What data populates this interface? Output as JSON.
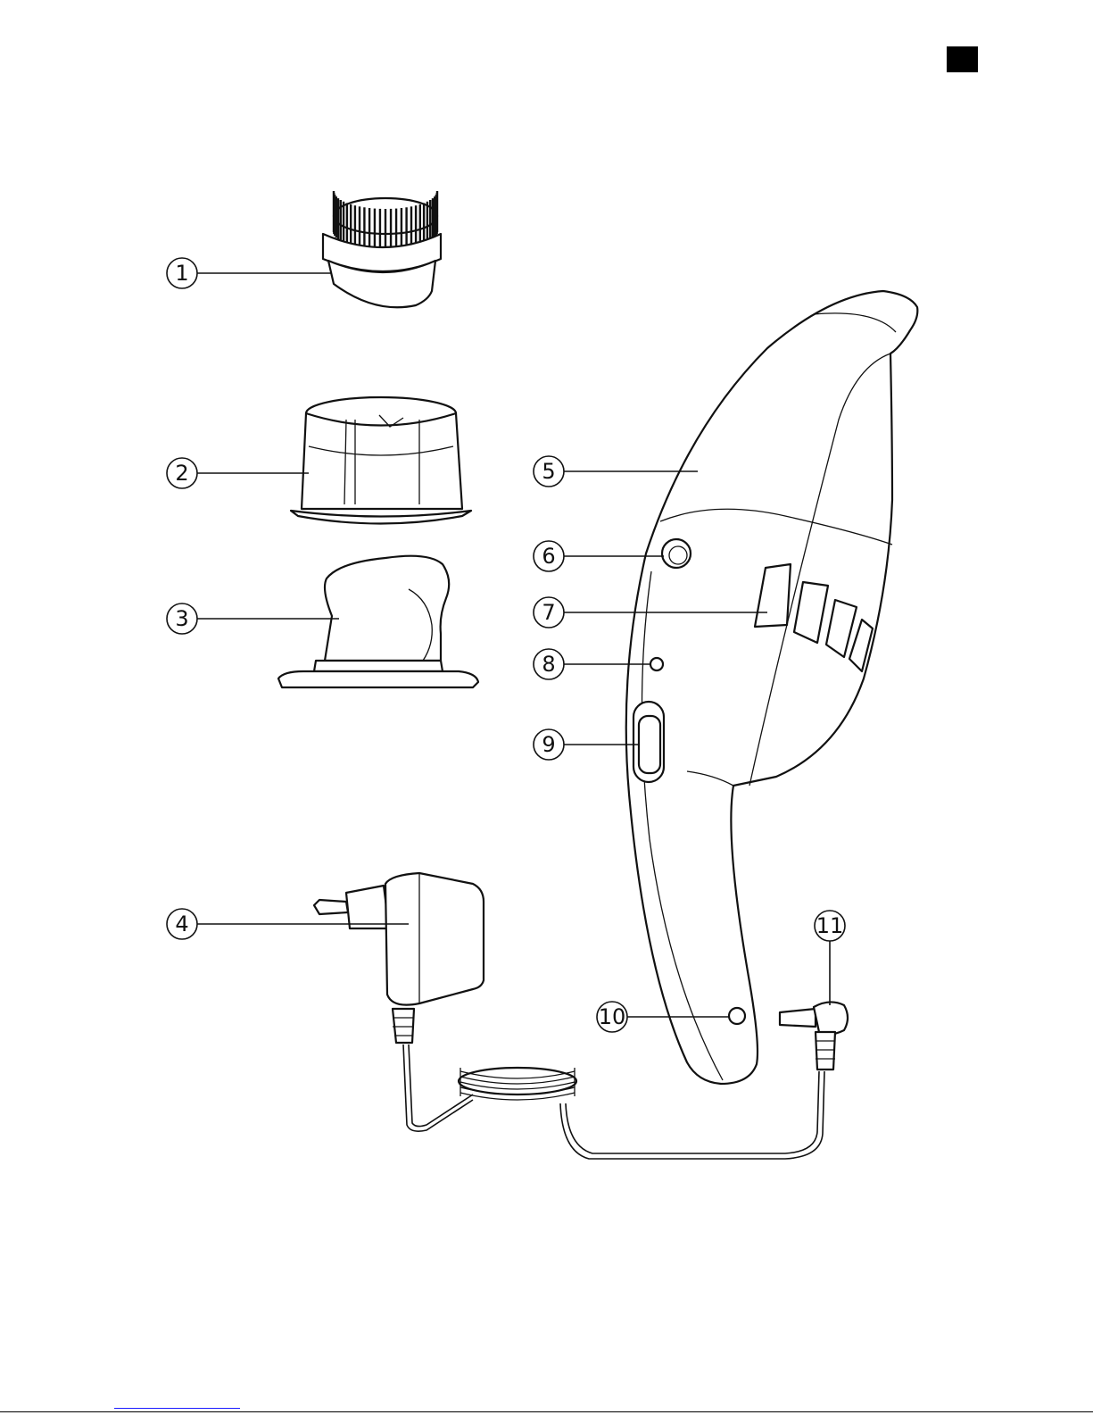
{
  "callouts": [
    {
      "id": "1",
      "label": "1"
    },
    {
      "id": "2",
      "label": "2"
    },
    {
      "id": "3",
      "label": "3"
    },
    {
      "id": "4",
      "label": "4"
    },
    {
      "id": "5",
      "label": "5"
    },
    {
      "id": "6",
      "label": "6"
    },
    {
      "id": "7",
      "label": "7"
    },
    {
      "id": "8",
      "label": "8"
    },
    {
      "id": "9",
      "label": "9"
    },
    {
      "id": "10",
      "label": "10"
    },
    {
      "id": "11",
      "label": "11"
    }
  ],
  "colors": {
    "ink": "#111111",
    "corner_mark": "#000000",
    "footer_link": "#1a1aff"
  }
}
